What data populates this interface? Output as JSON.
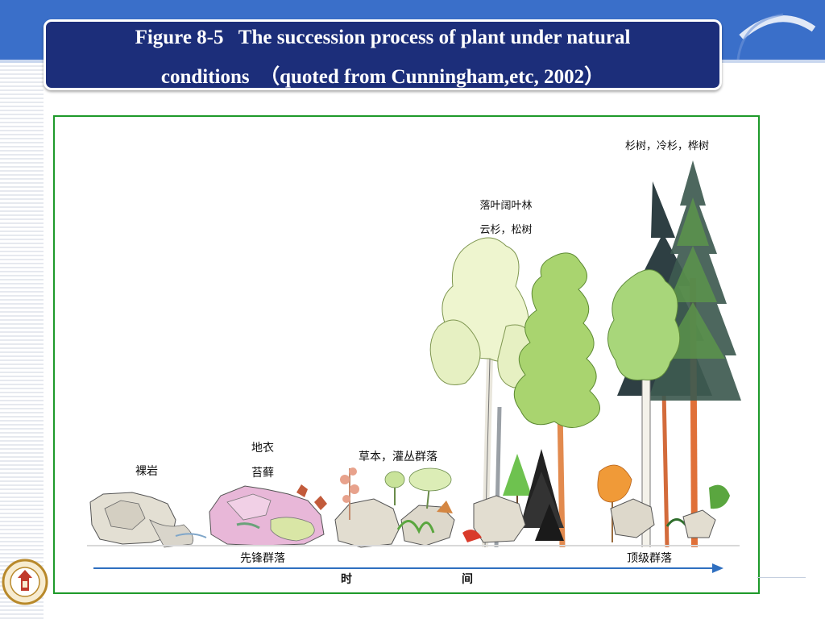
{
  "slide": {
    "title_line1": "Figure 8-5   The succession process of plant under natural",
    "title_line2": "conditions  （quoted from Cunningham,etc, 2002）"
  },
  "diagram": {
    "stages": [
      {
        "label": "裸岩"
      },
      {
        "label_line1": "地衣",
        "label_line2": "苔藓"
      },
      {
        "label": "草本，灌丛群落"
      },
      {
        "label_line1": "落叶阔叶林",
        "label_line2": "云杉，松树"
      },
      {
        "label": "杉树，冷杉，桦树"
      }
    ],
    "pioneer_label": "先锋群落",
    "climax_label": "顶级群落",
    "time_label_left": "时",
    "time_label_right": "间"
  },
  "colors": {
    "slide_blue": "#3a6fc9",
    "title_navy": "#1c2e7a",
    "frame_green": "#1e9a2a",
    "arrow_blue": "#2f6fc0"
  }
}
